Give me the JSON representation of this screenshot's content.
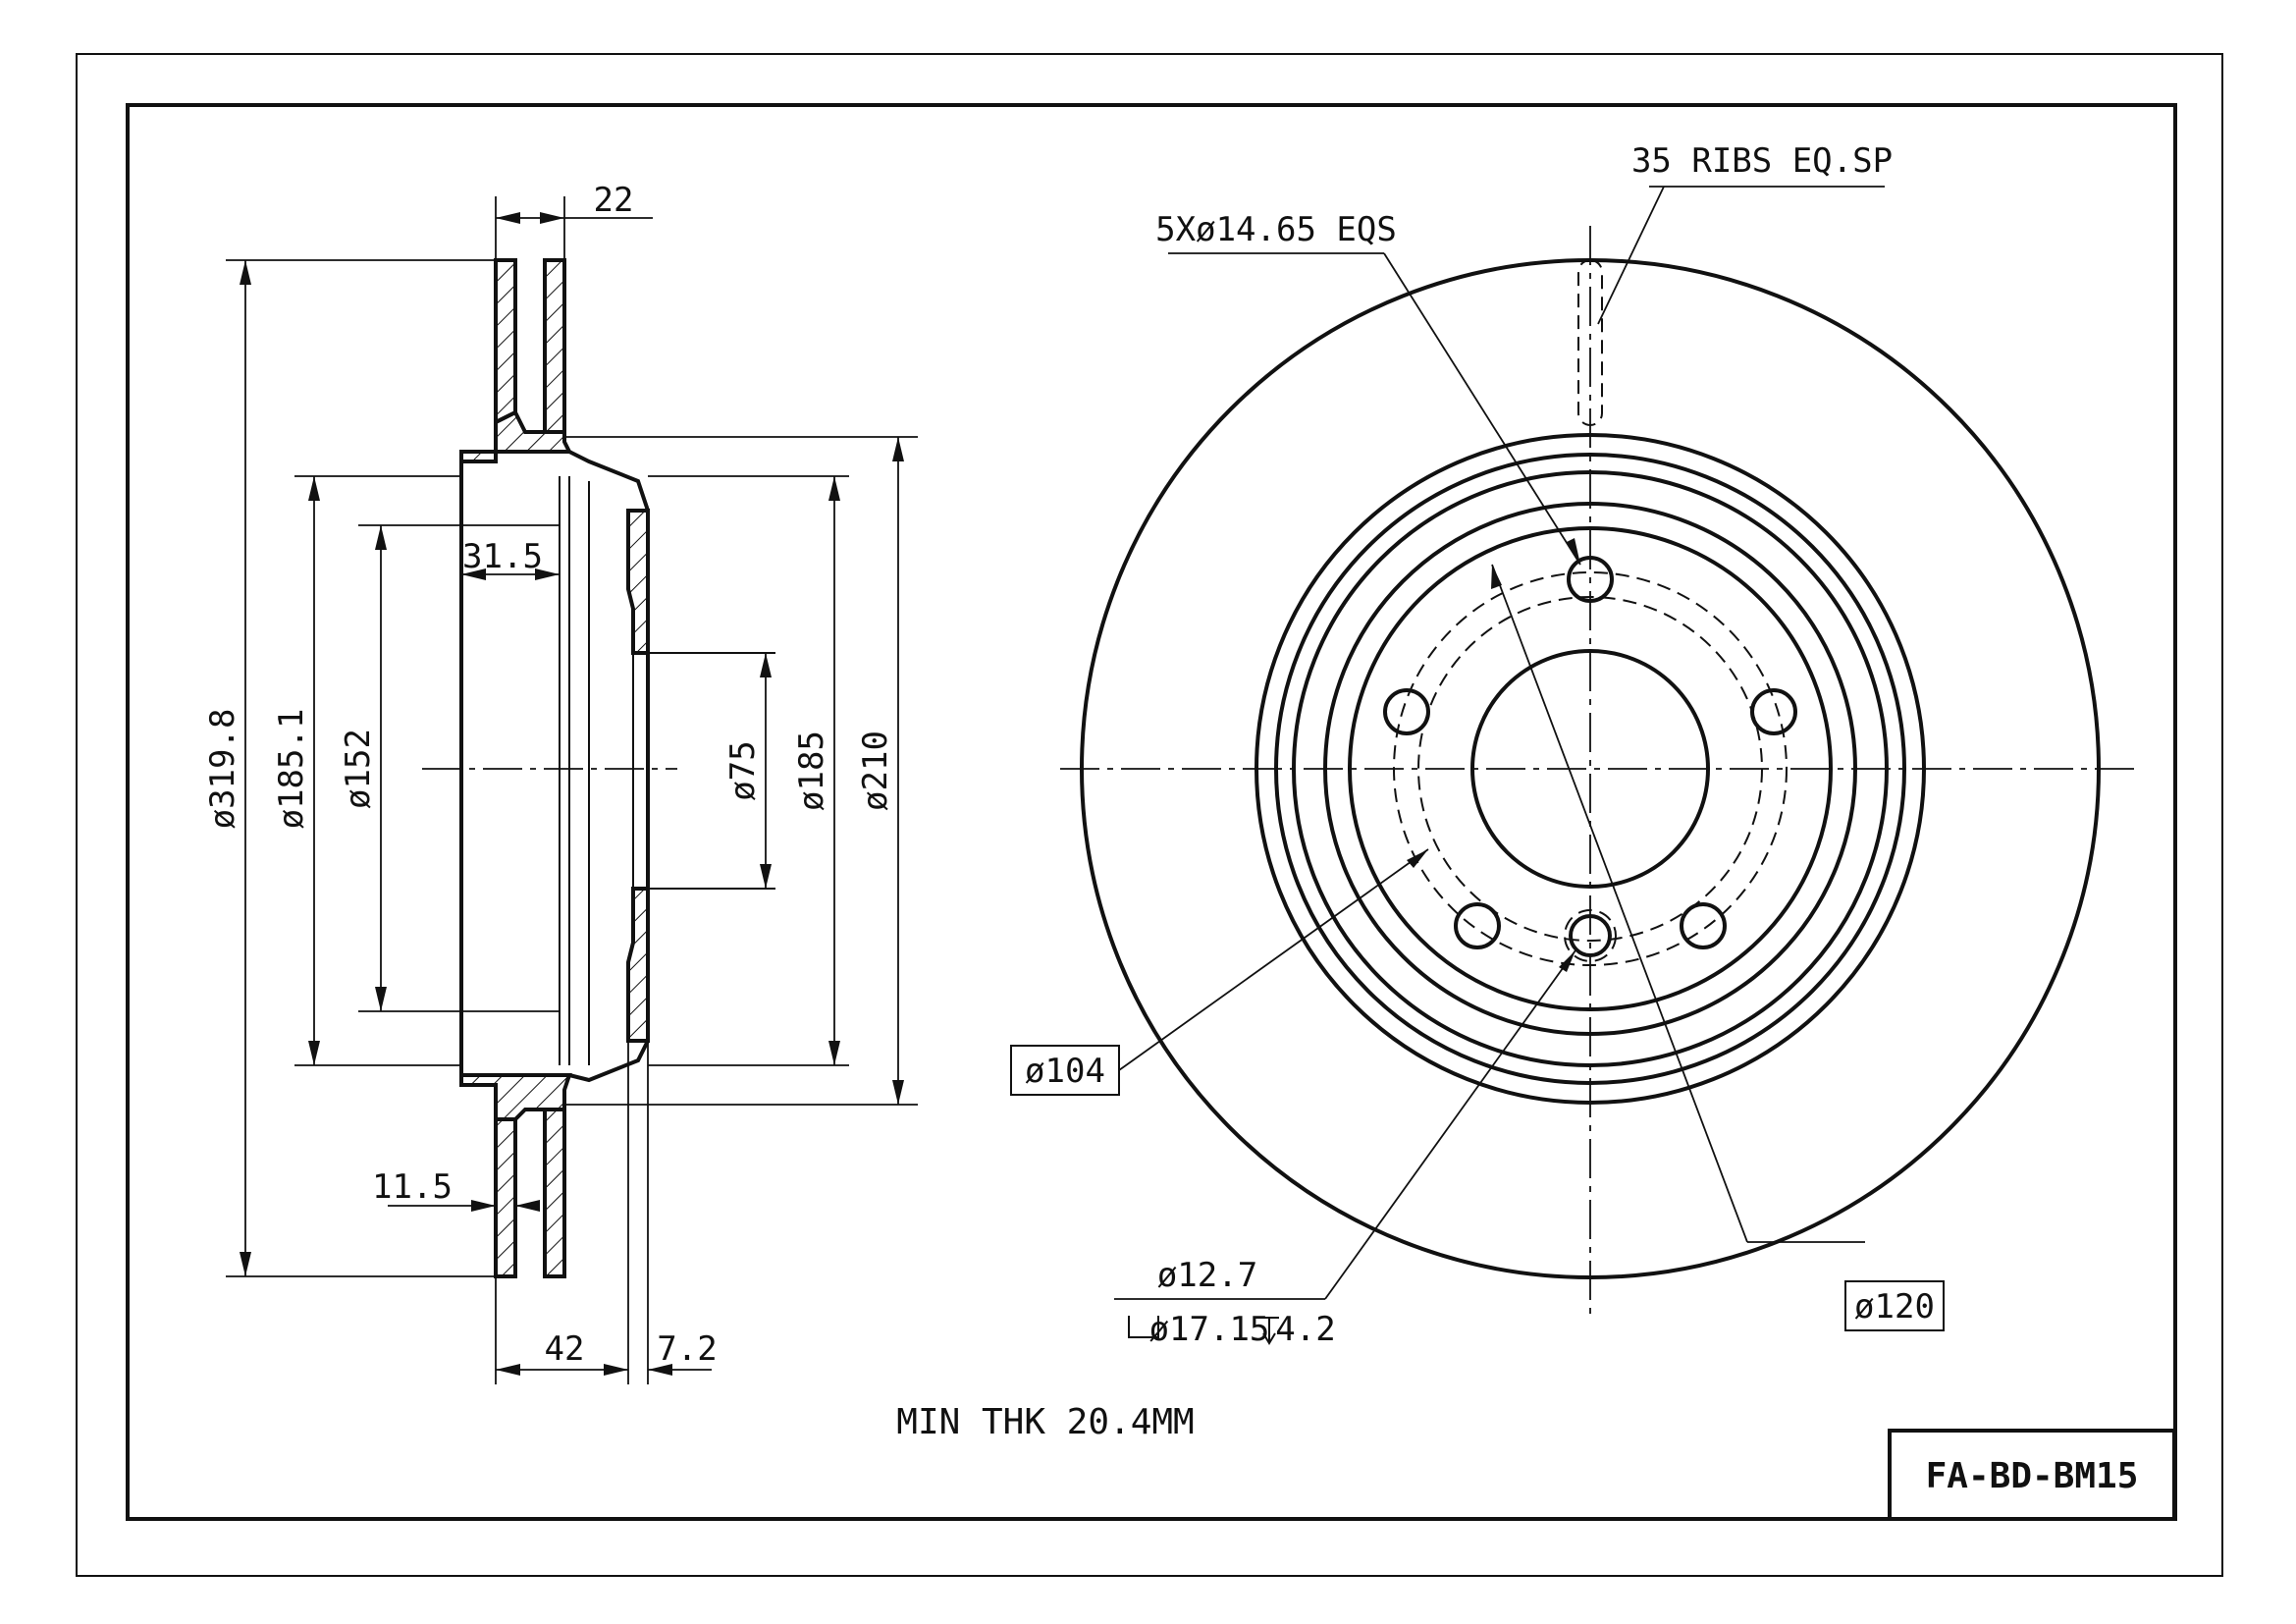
{
  "title_block": {
    "part_number": "FA-BD-BM15"
  },
  "notes": {
    "min_thickness": "MIN THK 20.4MM"
  },
  "section_view": {
    "dims": {
      "overall_dia": "ø319.8",
      "hat_inner_dia": "ø185.1",
      "hat_bore_dia": "ø152",
      "center_bore_dia": "ø75",
      "hat_outer_dia": "ø185",
      "friction_inner_dia": "ø210",
      "disc_thickness": "22",
      "hat_inner_depth": "31.5",
      "rotor_plate_thickness": "11.5",
      "hat_height": "42",
      "hub_flange_thickness": "7.2"
    }
  },
  "front_view": {
    "labels": {
      "ribs": "35 RIBS EQ.SP",
      "bolt_holes": "5Xø14.65 EQS",
      "pilot_dia": "ø104",
      "bolt_circle_dia": "ø120",
      "small_hole_dia": "ø12.7",
      "counterbore": "ø17.15",
      "counterbore_depth": "4.2"
    }
  }
}
